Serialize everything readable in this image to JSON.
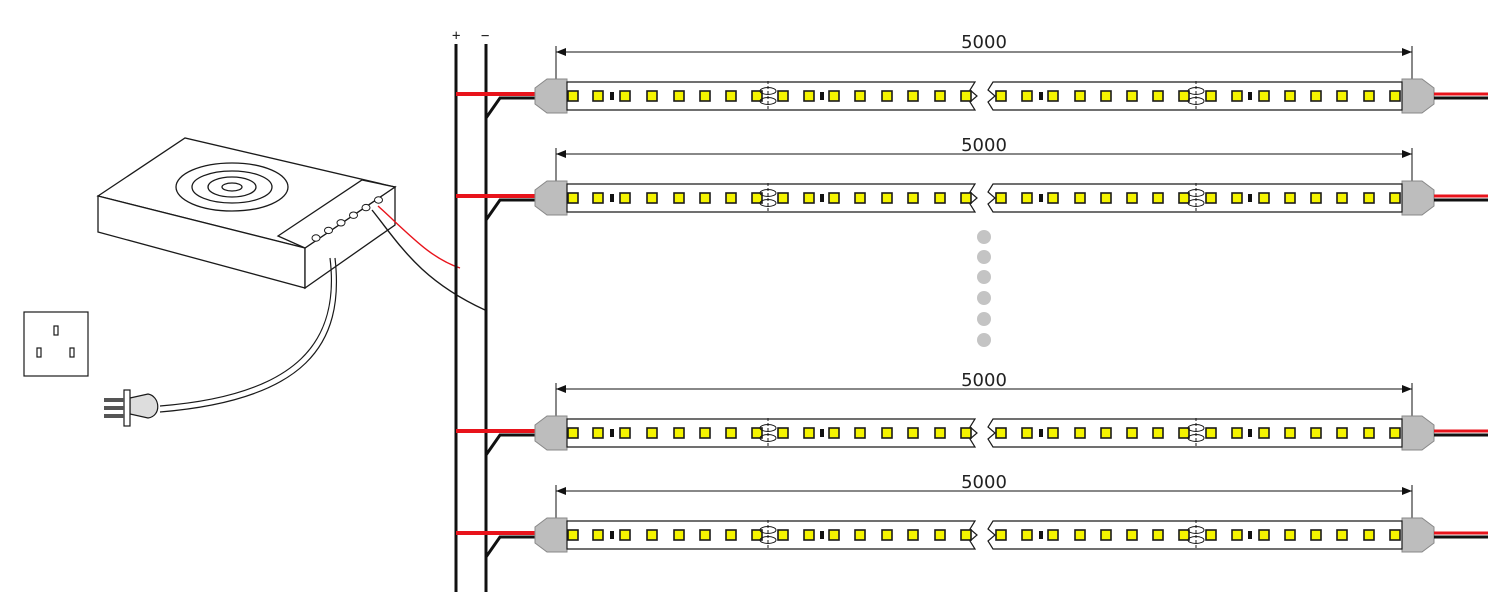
{
  "bus": {
    "plus_label": "+",
    "minus_label": "−"
  },
  "strips": [
    {
      "length_label": "5000"
    },
    {
      "length_label": "5000"
    },
    {
      "length_label": "5000"
    },
    {
      "length_label": "5000"
    }
  ],
  "colors": {
    "wire_positive": "#e8131b",
    "wire_negative": "#111111",
    "outline": "#1a1a1a",
    "end_cap": "#bdbdbd",
    "led_yellow": "#f5f400",
    "ellipsis_dots": "#c4c4c4"
  },
  "icons": [
    "power-supply-icon",
    "wall-socket-icon",
    "power-plug-icon",
    "cut-mark-icon",
    "led-chip-icon",
    "resistor-icon"
  ]
}
